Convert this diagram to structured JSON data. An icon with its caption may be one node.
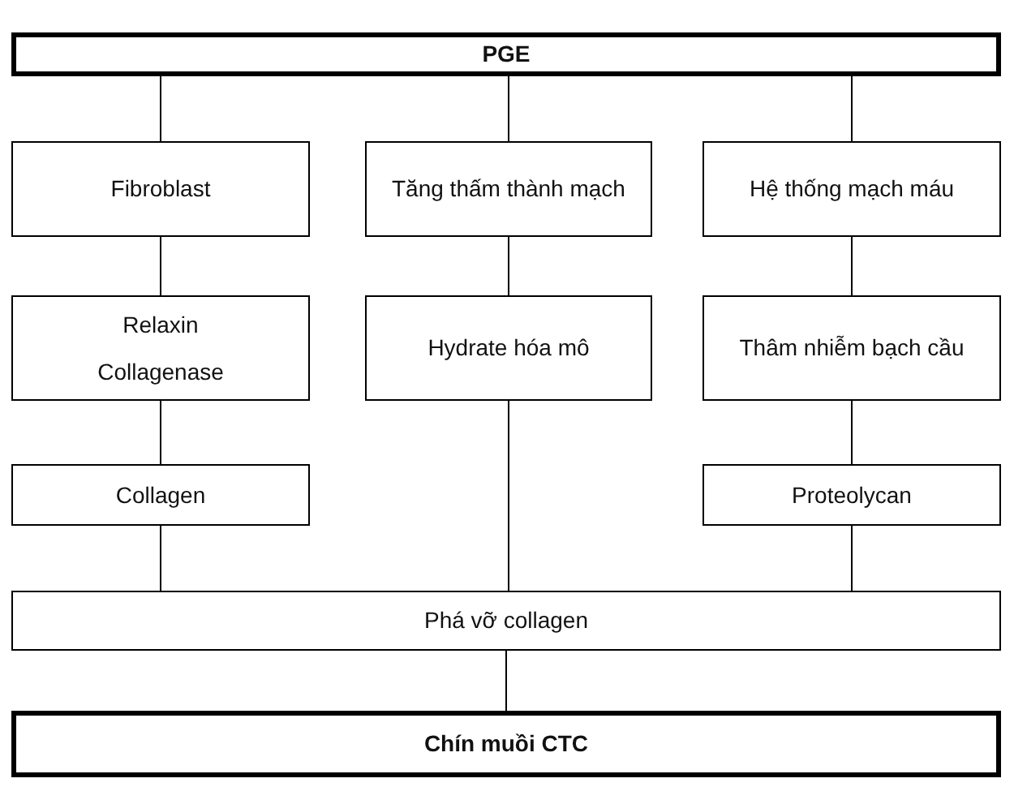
{
  "diagram": {
    "nodes": [
      {
        "text": [
          "PGE"
        ]
      },
      {
        "text": [
          "Fibroblast"
        ]
      },
      {
        "text": [
          "Tăng thấm thành mạch"
        ]
      },
      {
        "text": [
          "Hệ thống mạch máu"
        ]
      },
      {
        "text": [
          "Relaxin",
          "Collagenase"
        ]
      },
      {
        "text": [
          "Hydrate hóa mô"
        ]
      },
      {
        "text": [
          "Thâm nhiễm bạch cầu"
        ]
      },
      {
        "text": [
          "Collagen"
        ]
      },
      {
        "text": [
          "Proteolycan"
        ]
      },
      {
        "text": [
          "Phá vỡ collagen"
        ]
      },
      {
        "text": [
          "Chín muồi CTC"
        ]
      }
    ],
    "edges": [
      {
        "from": 0,
        "to": 1,
        "arrow": "none"
      },
      {
        "from": 0,
        "to": 2,
        "arrow": "none"
      },
      {
        "from": 0,
        "to": 3,
        "arrow": "none"
      },
      {
        "from": 1,
        "to": 4,
        "arrow": "none"
      },
      {
        "from": 2,
        "to": 5,
        "arrow": "none"
      },
      {
        "from": 3,
        "to": 6,
        "arrow": "none"
      },
      {
        "from": 4,
        "to": 7,
        "arrow": "none"
      },
      {
        "from": 6,
        "to": 8,
        "arrow": "none"
      },
      {
        "from": 7,
        "to": 9,
        "arrow": "none"
      },
      {
        "from": 5,
        "to": 9,
        "arrow": "none"
      },
      {
        "from": 8,
        "to": 9,
        "arrow": "none"
      },
      {
        "from": 9,
        "to": 10,
        "arrow": "none"
      }
    ]
  }
}
